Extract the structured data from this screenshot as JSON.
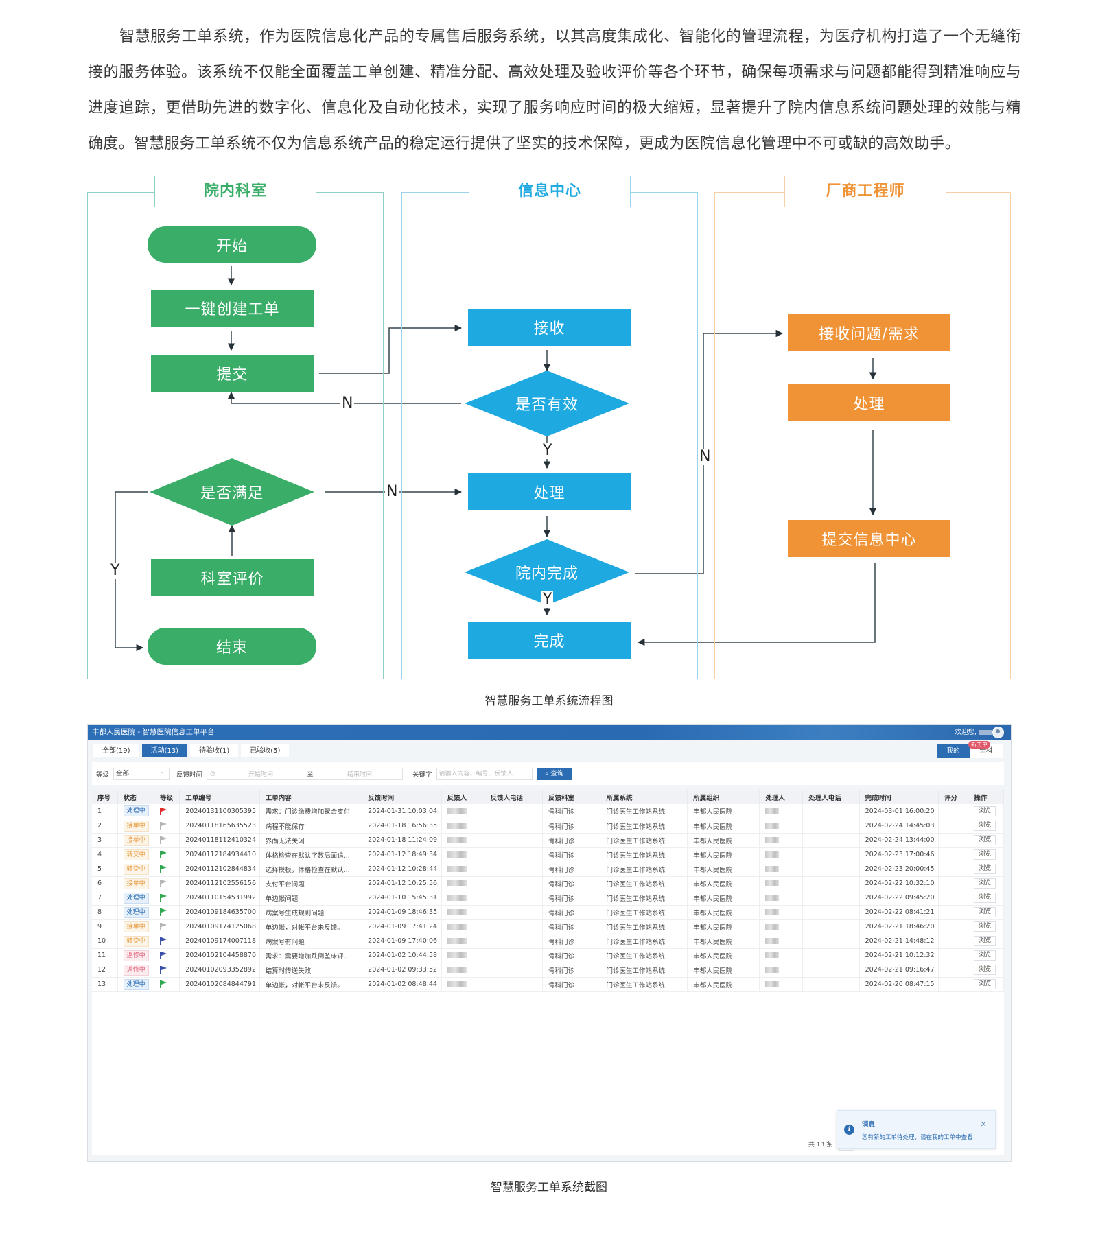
{
  "intro": "智慧服务工单系统，作为医院信息化产品的专属售后服务系统，以其高度集成化、智能化的管理流程，为医疗机构打造了一个无缝衔接的服务体验。该系统不仅能全面覆盖工单创建、精准分配、高效处理及验收评价等各个环节，确保每项需求与问题都能得到精准响应与进度追踪，更借助先进的数字化、信息化及自动化技术，实现了服务响应时间的极大缩短，显著提升了院内信息系统问题处理的效能与精确度。智慧服务工单系统不仅为信息系统产品的稳定运行提供了坚实的技术保障，更成为医院信息化管理中不可或缺的高效助手。",
  "flowchart": {
    "colors": {
      "dept": "#3aae69",
      "info": "#1ea9e1",
      "vendor": "#ef9336"
    },
    "lanes": {
      "dept": "院内科室",
      "info": "信息中心",
      "vendor": "厂商工程师"
    },
    "nodes": {
      "start": "开始",
      "create": "一键创建工单",
      "submit": "提交",
      "satisfied": "是否满足",
      "evaluate": "科室评价",
      "end": "结束",
      "receive": "接收",
      "valid": "是否有效",
      "process": "处理",
      "done_inhouse": "院内完成",
      "complete": "完成",
      "vendor_receive": "接收问题/需求",
      "vendor_process": "处理",
      "vendor_submit": "提交信息中心"
    },
    "edge_labels": {
      "yes": "Y",
      "no": "N"
    },
    "caption": "智慧服务工单系统流程图"
  },
  "app": {
    "title": "丰都人民医院 - 智慧医院信息工单平台",
    "welcome": "欢迎您,",
    "tabs": [
      "全部(19)",
      "活动(13)",
      "待验收(1)",
      "已验收(5)"
    ],
    "active_tab": 1,
    "scope": {
      "mine": "我的",
      "all": "全科",
      "new_badge": "新工单"
    },
    "filters": {
      "level_label": "等级",
      "level_value": "全部",
      "time_label": "反馈时间",
      "start_placeholder": "开始时间",
      "to": "至",
      "end_placeholder": "结束时间",
      "keyword_label": "关键字",
      "keyword_placeholder": "请输入内容、编号、反馈人",
      "query_button": "查询"
    },
    "columns": [
      "序号",
      "状态",
      "等级",
      "工单编号",
      "工单内容",
      "反馈时间",
      "反馈人",
      "反馈人电话",
      "反馈科室",
      "所属系统",
      "所属组织",
      "处理人",
      "处理人电话",
      "完成时间",
      "评分",
      "操作"
    ],
    "rows": [
      {
        "no": "1",
        "status": "处理中",
        "st": "proc",
        "flag": "#e02b2b",
        "id": "20240131100305395",
        "content": "需求：门诊缴费增加聚合支付",
        "time": "2024-01-31 10:03:04",
        "dept": "骨科门诊",
        "system": "门诊医生工作站系统",
        "org": "丰都人民医院",
        "done": "2024-03-01 16:00:20",
        "action": "浏览"
      },
      {
        "no": "2",
        "status": "接单中",
        "st": "recv",
        "flag": "#b5b5b5",
        "id": "20240118165635523",
        "content": "病程不能保存",
        "time": "2024-01-18 16:56:35",
        "dept": "骨科门诊",
        "system": "门诊医生工作站系统",
        "org": "丰都人民医院",
        "done": "2024-02-24 14:45:03",
        "action": "浏览"
      },
      {
        "no": "3",
        "status": "接单中",
        "st": "recv",
        "flag": "#b5b5b5",
        "id": "20240118112410324",
        "content": "界面无法关闭",
        "time": "2024-01-18 11:24:09",
        "dept": "骨科门诊",
        "system": "门诊医生工作站系统",
        "org": "丰都人民医院",
        "done": "2024-02-24 13:44:00",
        "action": "浏览"
      },
      {
        "no": "4",
        "status": "转交中",
        "st": "tran",
        "flag": "#2fa84f",
        "id": "20240112184934410",
        "content": "体格检查在默认字数后面追...",
        "time": "2024-01-12 18:49:34",
        "dept": "骨科门诊",
        "system": "门诊医生工作站系统",
        "org": "丰都人民医院",
        "done": "2024-02-23 17:00:46",
        "action": "浏览"
      },
      {
        "no": "5",
        "status": "转交中",
        "st": "tran",
        "flag": "#2fa84f",
        "id": "20240112102844834",
        "content": "选择模板，体格检查在默认...",
        "time": "2024-01-12 10:28:44",
        "dept": "骨科门诊",
        "system": "门诊医生工作站系统",
        "org": "丰都人民医院",
        "done": "2024-02-23 20:00:45",
        "action": "浏览"
      },
      {
        "no": "6",
        "status": "接单中",
        "st": "recv",
        "flag": "#b5b5b5",
        "id": "20240112102556156",
        "content": "支付平台问题",
        "time": "2024-01-12 10:25:56",
        "dept": "骨科门诊",
        "system": "门诊医生工作站系统",
        "org": "丰都人民医院",
        "done": "2024-02-22 10:32:10",
        "action": "浏览"
      },
      {
        "no": "7",
        "status": "处理中",
        "st": "proc",
        "flag": "#2fa84f",
        "id": "20240110154531992",
        "content": "单边帐问题",
        "time": "2024-01-10 15:45:31",
        "dept": "骨科门诊",
        "system": "门诊医生工作站系统",
        "org": "丰都人民医院",
        "done": "2024-02-22 09:45:20",
        "action": "浏览"
      },
      {
        "no": "8",
        "status": "处理中",
        "st": "proc",
        "flag": "#2fa84f",
        "id": "20240109184635700",
        "content": "病案号生成规则问题",
        "time": "2024-01-09 18:46:35",
        "dept": "骨科门诊",
        "system": "门诊医生工作站系统",
        "org": "丰都人民医院",
        "done": "2024-02-22 08:41:21",
        "action": "浏览"
      },
      {
        "no": "9",
        "status": "接单中",
        "st": "recv",
        "flag": "#b5b5b5",
        "id": "20240109174125068",
        "content": "单边帐，对帐平台未反馈。",
        "time": "2024-01-09 17:41:24",
        "dept": "骨科门诊",
        "system": "门诊医生工作站系统",
        "org": "丰都人民医院",
        "done": "2024-02-21 18:46:20",
        "action": "浏览"
      },
      {
        "no": "10",
        "status": "转交中",
        "st": "tran",
        "flag": "#3b4fa8",
        "id": "20240109174007118",
        "content": "病案号有问题",
        "time": "2024-01-09 17:40:06",
        "dept": "骨科门诊",
        "system": "门诊医生工作站系统",
        "org": "丰都人民医院",
        "done": "2024-02-21 14:48:12",
        "action": "浏览"
      },
      {
        "no": "11",
        "status": "返修中",
        "st": "back",
        "flag": "#3b4fa8",
        "id": "20240102104458870",
        "content": "需求：需要增加跌倒坠床评...",
        "time": "2024-01-02 10:44:58",
        "dept": "骨科门诊",
        "system": "门诊医生工作站系统",
        "org": "丰都人民医院",
        "done": "2024-02-21 10:12:32",
        "action": "浏览"
      },
      {
        "no": "12",
        "status": "返修中",
        "st": "back",
        "flag": "#3b4fa8",
        "id": "20240102093352892",
        "content": "结算时传送失败",
        "time": "2024-01-02 09:33:52",
        "dept": "骨科门诊",
        "system": "门诊医生工作站系统",
        "org": "丰都人民医院",
        "done": "2024-02-21 09:16:47",
        "action": "浏览"
      },
      {
        "no": "13",
        "status": "处理中",
        "st": "proc",
        "flag": "#2fa84f",
        "id": "20240102084844791",
        "content": "单边帐，对帐平台未反馈。",
        "time": "2024-01-02 08:48:44",
        "dept": "骨科门诊",
        "system": "门诊医生工作站系统",
        "org": "丰都人民医院",
        "done": "2024-02-20 08:47:15",
        "action": "浏览"
      }
    ],
    "total": "共 13 条",
    "toast": {
      "title": "消息",
      "message": "您有新的工单待处理，请在我的工单中查看！"
    },
    "caption": "智慧服务工单系统截图"
  }
}
